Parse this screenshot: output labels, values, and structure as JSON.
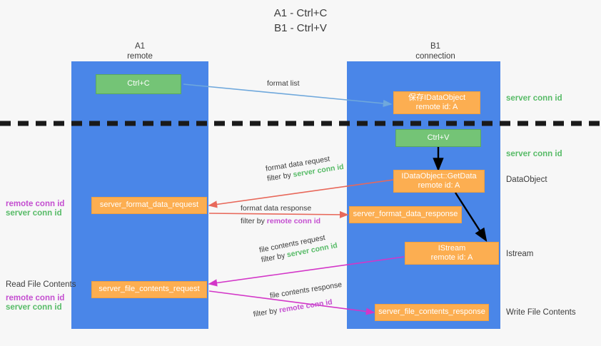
{
  "title": {
    "line1": "A1 - Ctrl+C",
    "line2": "B1 - Ctrl+V"
  },
  "lanes": [
    {
      "id": "a1",
      "name": "A1",
      "sub": "remote"
    },
    {
      "id": "b1",
      "name": "B1",
      "sub": "connection"
    }
  ],
  "boxes": {
    "ctrl_c": {
      "line1": "Ctrl+C",
      "line2": ""
    },
    "save_idataobject": {
      "line1": "保存IDataObject",
      "line2": "remote id: A"
    },
    "ctrl_v": {
      "line1": "Ctrl+V",
      "line2": ""
    },
    "getdata": {
      "line1": "IDataObject::GetData",
      "line2": "remote id: A"
    },
    "fmt_req": {
      "line1": "server_format_data_request",
      "line2": ""
    },
    "fmt_resp": {
      "line1": "server_format_data_response",
      "line2": ""
    },
    "istream": {
      "line1": "IStream",
      "line2": "remote id: A"
    },
    "file_req": {
      "line1": "server_file_contents_request",
      "line2": ""
    },
    "file_resp": {
      "line1": "server_file_contents_response",
      "line2": ""
    }
  },
  "right_notes": {
    "server_conn_top": "server conn id",
    "server_conn_mid": "server conn id",
    "dataobject": "DataObject",
    "istream": "Istream",
    "write_file_contents": "Write File Contents"
  },
  "left_notes": {
    "remote_conn_1": "remote conn id",
    "server_conn_1": "server conn id",
    "read_file_contents": "Read File Contents",
    "remote_conn_2": "remote conn id",
    "server_conn_2": "server conn id"
  },
  "edge_labels": {
    "format_list": "format list",
    "format_data_request": "format data request",
    "format_data_request_filter_prefix": "filter by ",
    "format_data_request_filter_key": "server conn id",
    "format_data_response": "format data response",
    "format_data_response_filter_prefix": "filter by ",
    "format_data_response_filter_key": "remote conn id",
    "file_contents_request": "file contents request",
    "file_contents_request_filter_prefix": "filter by ",
    "file_contents_request_filter_key": "server conn id",
    "file_contents_response": "file contents response",
    "file_contents_response_filter_prefix": "filter by ",
    "file_contents_response_filter_key": "remote conn id"
  },
  "colors": {
    "lane": "#4a86e8",
    "green_box": "#74c476",
    "orange_box": "#fcae51",
    "green_text": "#57bb67",
    "magenta_text": "#c44ed0",
    "red_arrow": "#e8685a",
    "magenta_arrow": "#d336c8",
    "blue_arrow": "#6fa8dc",
    "black_arrow": "#000000",
    "background": "#f7f7f7"
  }
}
